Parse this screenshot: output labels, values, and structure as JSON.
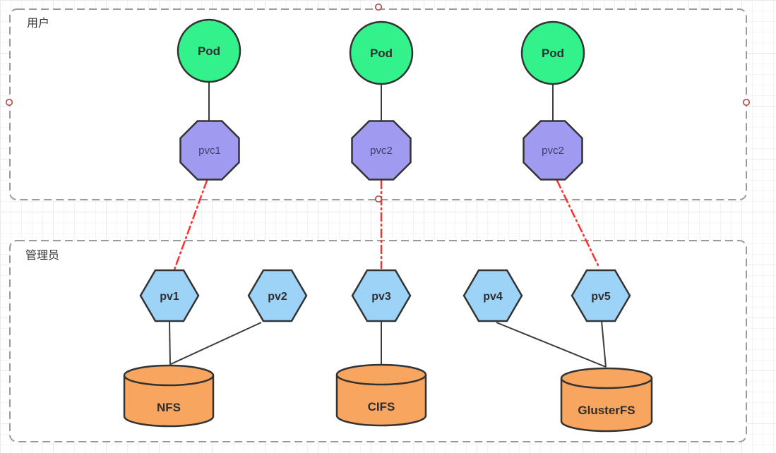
{
  "diagram": {
    "containers": [
      {
        "label": "用户",
        "role": "user-zone"
      },
      {
        "label": "管理员",
        "role": "admin-zone"
      }
    ],
    "nodes": {
      "pods": [
        {
          "label": "Pod"
        },
        {
          "label": "Pod"
        },
        {
          "label": "Pod"
        }
      ],
      "pvcs": [
        {
          "label": "pvc1"
        },
        {
          "label": "pvc2"
        },
        {
          "label": "pvc2"
        }
      ],
      "pvs": [
        {
          "label": "pv1"
        },
        {
          "label": "pv2"
        },
        {
          "label": "pv3"
        },
        {
          "label": "pv4"
        },
        {
          "label": "pv5"
        }
      ],
      "storages": [
        {
          "label": "NFS"
        },
        {
          "label": "CIFS"
        },
        {
          "label": "GlusterFS"
        }
      ]
    },
    "edges": [
      {
        "from": "Pod (left)",
        "to": "pvc1",
        "type": "solid"
      },
      {
        "from": "Pod (middle)",
        "to": "pvc2",
        "type": "solid"
      },
      {
        "from": "Pod (right)",
        "to": "pvc2",
        "type": "solid"
      },
      {
        "from": "pvc1",
        "to": "pv1",
        "type": "dash-dot-red"
      },
      {
        "from": "pvc2 (middle)",
        "to": "pv3",
        "type": "dash-dot-red"
      },
      {
        "from": "pvc2 (right)",
        "to": "pv5",
        "type": "dash-dot-red"
      },
      {
        "from": "pv1",
        "to": "NFS",
        "type": "solid"
      },
      {
        "from": "pv2",
        "to": "NFS",
        "type": "solid"
      },
      {
        "from": "pv3",
        "to": "CIFS",
        "type": "solid"
      },
      {
        "from": "pv4",
        "to": "GlusterFS",
        "type": "solid"
      },
      {
        "from": "pv5",
        "to": "GlusterFS",
        "type": "solid"
      }
    ],
    "colors": {
      "pod_fill": "#33F28C",
      "pvc_fill": "#A09BF0",
      "pv_fill": "#9ED3F8",
      "storage_fill": "#F8A55F",
      "shape_stroke": "#333333",
      "solid_edge": "#3C3C3C",
      "red_edge": "#FF2F2F",
      "container_border": "#9A9A9A",
      "container_fill": "#FFFFFF",
      "connection_point_stroke": "#B0504C",
      "connection_point_fill": "#FFFFFF"
    }
  }
}
